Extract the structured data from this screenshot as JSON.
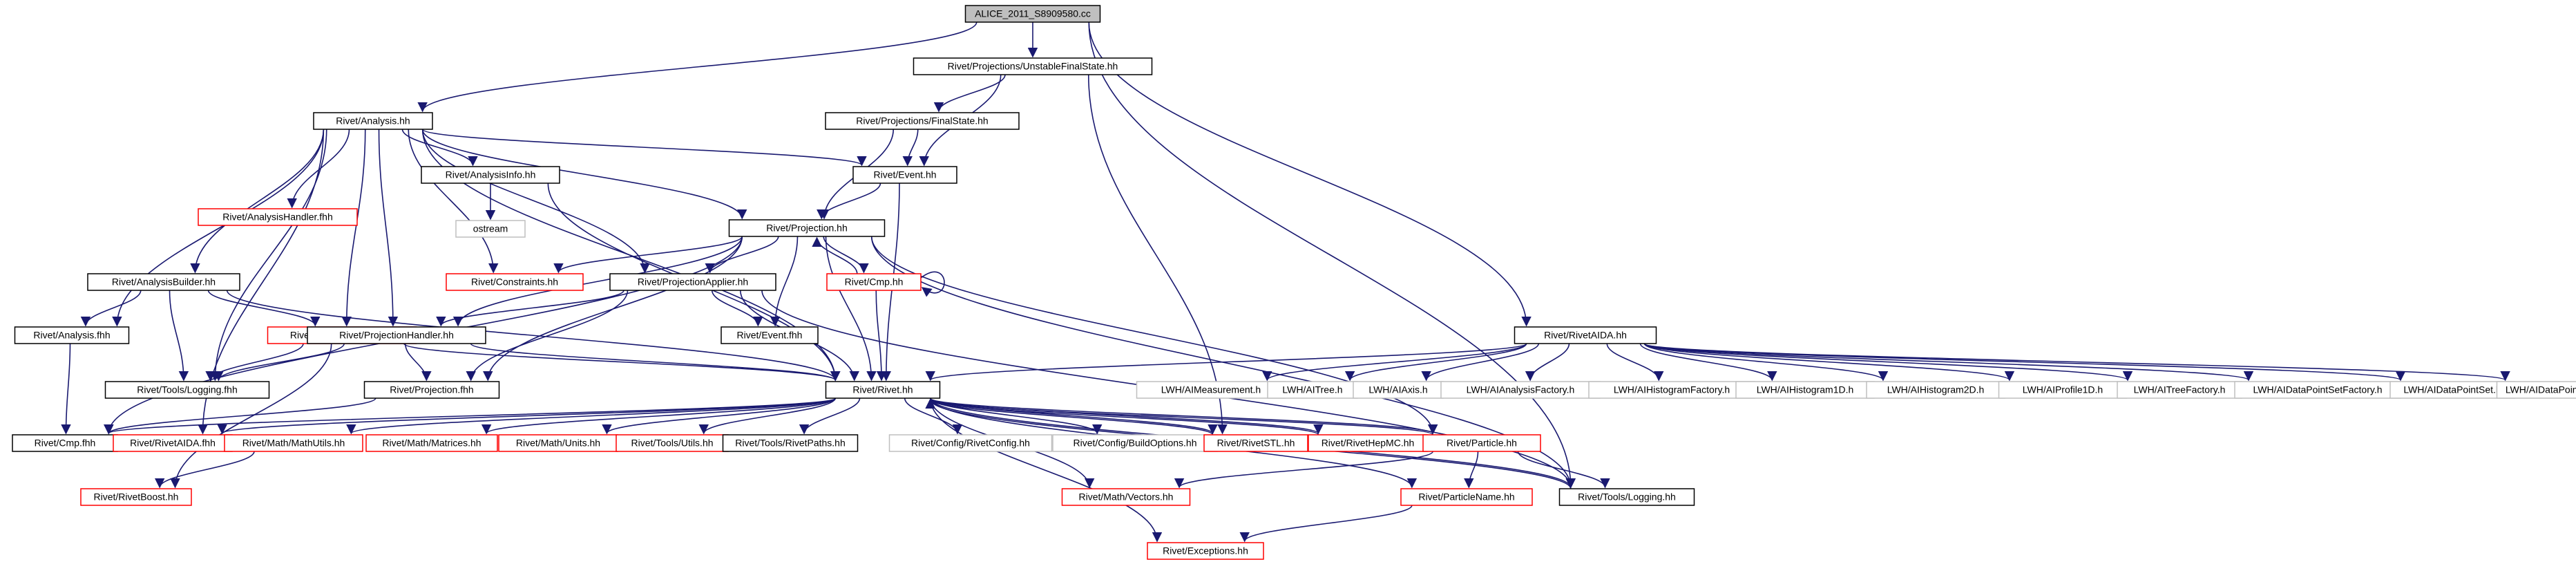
{
  "graph": {
    "colors": {
      "edge": "#191970",
      "root_fill": "#bfbfbf",
      "normal_stroke": "#000000",
      "undocumented_stroke": "#ff0000",
      "external_stroke": "#bfbfbf"
    },
    "nodes": [
      {
        "id": "root",
        "label": "ALICE_2011_S8909580.cc",
        "kind": "root"
      },
      {
        "id": "analysis",
        "label": "Rivet/Analysis.hh",
        "kind": "normal"
      },
      {
        "id": "ufs",
        "label": "Rivet/Projections/UnstableFinalState.hh",
        "kind": "normal"
      },
      {
        "id": "fs",
        "label": "Rivet/Projections/FinalState.hh",
        "kind": "normal"
      },
      {
        "id": "handler_fhh",
        "label": "Rivet/AnalysisHandler.fhh",
        "kind": "red"
      },
      {
        "id": "info",
        "label": "Rivet/AnalysisInfo.hh",
        "kind": "normal"
      },
      {
        "id": "event",
        "label": "Rivet/Event.hh",
        "kind": "normal"
      },
      {
        "id": "ostream",
        "label": "ostream",
        "kind": "external"
      },
      {
        "id": "projection",
        "label": "Rivet/Projection.hh",
        "kind": "normal"
      },
      {
        "id": "constraints",
        "label": "Rivet/Constraints.hh",
        "kind": "red"
      },
      {
        "id": "builder",
        "label": "Rivet/AnalysisBuilder.hh",
        "kind": "normal"
      },
      {
        "id": "papplier",
        "label": "Rivet/ProjectionApplier.hh",
        "kind": "normal"
      },
      {
        "id": "cmp",
        "label": "Rivet/Cmp.hh",
        "kind": "red"
      },
      {
        "id": "analysis_fhh",
        "label": "Rivet/Analysis.fhh",
        "kind": "normal"
      },
      {
        "id": "loader",
        "label": "Rivet/AnalysisLoader.hh",
        "kind": "red"
      },
      {
        "id": "phandler",
        "label": "Rivet/ProjectionHandler.hh",
        "kind": "normal"
      },
      {
        "id": "event_fhh",
        "label": "Rivet/Event.fhh",
        "kind": "normal"
      },
      {
        "id": "logging_fhh",
        "label": "Rivet/Tools/Logging.fhh",
        "kind": "normal"
      },
      {
        "id": "projection_fhh",
        "label": "Rivet/Projection.fhh",
        "kind": "normal"
      },
      {
        "id": "rivetaida",
        "label": "Rivet/RivetAIDA.hh",
        "kind": "normal"
      },
      {
        "id": "rivet",
        "label": "Rivet/Rivet.hh",
        "kind": "normal"
      },
      {
        "id": "aimeas",
        "label": "LWH/AIMeasurement.h",
        "kind": "external"
      },
      {
        "id": "aitree",
        "label": "LWH/AITree.h",
        "kind": "external"
      },
      {
        "id": "aiaxis",
        "label": "LWH/AIAxis.h",
        "kind": "external"
      },
      {
        "id": "aianfac",
        "label": "LWH/AIAnalysisFactory.h",
        "kind": "external"
      },
      {
        "id": "aihistfac",
        "label": "LWH/AIHistogramFactory.h",
        "kind": "external"
      },
      {
        "id": "aihist1d",
        "label": "LWH/AIHistogram1D.h",
        "kind": "external"
      },
      {
        "id": "aihist2d",
        "label": "LWH/AIHistogram2D.h",
        "kind": "external"
      },
      {
        "id": "aiprof",
        "label": "LWH/AIProfile1D.h",
        "kind": "external"
      },
      {
        "id": "aitreefac",
        "label": "LWH/AITreeFactory.h",
        "kind": "external"
      },
      {
        "id": "aidpsfac",
        "label": "LWH/AIDataPointSetFactory.h",
        "kind": "external"
      },
      {
        "id": "aidps",
        "label": "LWH/AIDataPointSet.h",
        "kind": "external"
      },
      {
        "id": "aidp",
        "label": "LWH/AIDataPoint.h",
        "kind": "external"
      },
      {
        "id": "cmp_fhh",
        "label": "Rivet/Cmp.fhh",
        "kind": "normal"
      },
      {
        "id": "rivetaida_fhh",
        "label": "Rivet/RivetAIDA.fhh",
        "kind": "red"
      },
      {
        "id": "mathutils",
        "label": "Rivet/Math/MathUtils.hh",
        "kind": "red"
      },
      {
        "id": "matrices",
        "label": "Rivet/Math/Matrices.hh",
        "kind": "red"
      },
      {
        "id": "units",
        "label": "Rivet/Math/Units.hh",
        "kind": "red"
      },
      {
        "id": "utils",
        "label": "Rivet/Tools/Utils.hh",
        "kind": "red"
      },
      {
        "id": "rivetpaths",
        "label": "Rivet/Tools/RivetPaths.hh",
        "kind": "normal"
      },
      {
        "id": "rivetconfig",
        "label": "Rivet/Config/RivetConfig.hh",
        "kind": "external"
      },
      {
        "id": "buildopts",
        "label": "Rivet/Config/BuildOptions.hh",
        "kind": "external"
      },
      {
        "id": "rivetstl",
        "label": "Rivet/RivetSTL.hh",
        "kind": "red"
      },
      {
        "id": "hepmc",
        "label": "Rivet/RivetHepMC.hh",
        "kind": "red"
      },
      {
        "id": "particle",
        "label": "Rivet/Particle.hh",
        "kind": "red"
      },
      {
        "id": "rivetboost",
        "label": "Rivet/RivetBoost.hh",
        "kind": "red"
      },
      {
        "id": "vectors",
        "label": "Rivet/Math/Vectors.hh",
        "kind": "red"
      },
      {
        "id": "particlename",
        "label": "Rivet/ParticleName.hh",
        "kind": "red"
      },
      {
        "id": "logging",
        "label": "Rivet/Tools/Logging.hh",
        "kind": "normal"
      },
      {
        "id": "exceptions",
        "label": "Rivet/Exceptions.hh",
        "kind": "red"
      }
    ],
    "edges": [
      [
        "root",
        "analysis"
      ],
      [
        "root",
        "ufs"
      ],
      [
        "root",
        "rivetaida"
      ],
      [
        "root",
        "logging"
      ],
      [
        "ufs",
        "fs"
      ],
      [
        "ufs",
        "event"
      ],
      [
        "ufs",
        "rivetstl"
      ],
      [
        "fs",
        "projection"
      ],
      [
        "fs",
        "event"
      ],
      [
        "analysis",
        "handler_fhh"
      ],
      [
        "analysis",
        "info"
      ],
      [
        "analysis",
        "event"
      ],
      [
        "analysis",
        "projection"
      ],
      [
        "analysis",
        "constraints"
      ],
      [
        "analysis",
        "builder"
      ],
      [
        "analysis",
        "papplier"
      ],
      [
        "analysis",
        "analysis_fhh"
      ],
      [
        "analysis",
        "loader"
      ],
      [
        "analysis",
        "phandler"
      ],
      [
        "analysis",
        "logging_fhh"
      ],
      [
        "analysis",
        "rivet"
      ],
      [
        "analysis",
        "rivetaida_fhh"
      ],
      [
        "info",
        "ostream"
      ],
      [
        "info",
        "rivet"
      ],
      [
        "event",
        "projection"
      ],
      [
        "event",
        "rivet"
      ],
      [
        "projection",
        "constraints"
      ],
      [
        "projection",
        "papplier"
      ],
      [
        "projection",
        "cmp"
      ],
      [
        "projection",
        "event_fhh"
      ],
      [
        "projection",
        "phandler"
      ],
      [
        "projection",
        "projection_fhh"
      ],
      [
        "projection",
        "rivet"
      ],
      [
        "projection",
        "cmp_fhh"
      ],
      [
        "projection",
        "logging"
      ],
      [
        "projection",
        "particle"
      ],
      [
        "cmp",
        "projection"
      ],
      [
        "cmp",
        "cmp"
      ],
      [
        "cmp",
        "rivet"
      ],
      [
        "builder",
        "analysis_fhh"
      ],
      [
        "builder",
        "loader"
      ],
      [
        "builder",
        "logging_fhh"
      ],
      [
        "builder",
        "rivet"
      ],
      [
        "loader",
        "logging_fhh"
      ],
      [
        "loader",
        "rivet"
      ],
      [
        "papplier",
        "phandler"
      ],
      [
        "papplier",
        "event_fhh"
      ],
      [
        "papplier",
        "projection_fhh"
      ],
      [
        "papplier",
        "rivet"
      ],
      [
        "papplier",
        "logging"
      ],
      [
        "phandler",
        "logging_fhh"
      ],
      [
        "phandler",
        "projection_fhh"
      ],
      [
        "phandler",
        "rivet"
      ],
      [
        "phandler",
        "rivetboost"
      ],
      [
        "analysis_fhh",
        "cmp_fhh"
      ],
      [
        "projection_fhh",
        "cmp_fhh"
      ],
      [
        "rivetaida",
        "aimeas"
      ],
      [
        "rivetaida",
        "aitree"
      ],
      [
        "rivetaida",
        "aiaxis"
      ],
      [
        "rivetaida",
        "aianfac"
      ],
      [
        "rivetaida",
        "aihistfac"
      ],
      [
        "rivetaida",
        "aihist1d"
      ],
      [
        "rivetaida",
        "aihist2d"
      ],
      [
        "rivetaida",
        "aiprof"
      ],
      [
        "rivetaida",
        "aitreefac"
      ],
      [
        "rivetaida",
        "aidpsfac"
      ],
      [
        "rivetaida",
        "aidps"
      ],
      [
        "rivetaida",
        "aidp"
      ],
      [
        "rivetaida",
        "rivet"
      ],
      [
        "rivet",
        "cmp_fhh"
      ],
      [
        "rivet",
        "rivetaida_fhh"
      ],
      [
        "rivet",
        "mathutils"
      ],
      [
        "rivet",
        "matrices"
      ],
      [
        "rivet",
        "units"
      ],
      [
        "rivet",
        "utils"
      ],
      [
        "rivet",
        "rivetpaths"
      ],
      [
        "rivet",
        "rivetconfig"
      ],
      [
        "rivet",
        "buildopts"
      ],
      [
        "rivet",
        "rivetstl"
      ],
      [
        "rivet",
        "hepmc"
      ],
      [
        "rivet",
        "particle"
      ],
      [
        "rivet",
        "exceptions"
      ],
      [
        "rivet",
        "particlename"
      ],
      [
        "rivet",
        "logging"
      ],
      [
        "rivet",
        "vectors"
      ],
      [
        "rivetstl",
        "rivet"
      ],
      [
        "hepmc",
        "rivet"
      ],
      [
        "particle",
        "rivet"
      ],
      [
        "logging",
        "rivet"
      ],
      [
        "mathutils",
        "rivetboost"
      ],
      [
        "particle",
        "particlename"
      ],
      [
        "particle",
        "vectors"
      ],
      [
        "particle",
        "logging"
      ],
      [
        "particlename",
        "exceptions"
      ]
    ]
  }
}
